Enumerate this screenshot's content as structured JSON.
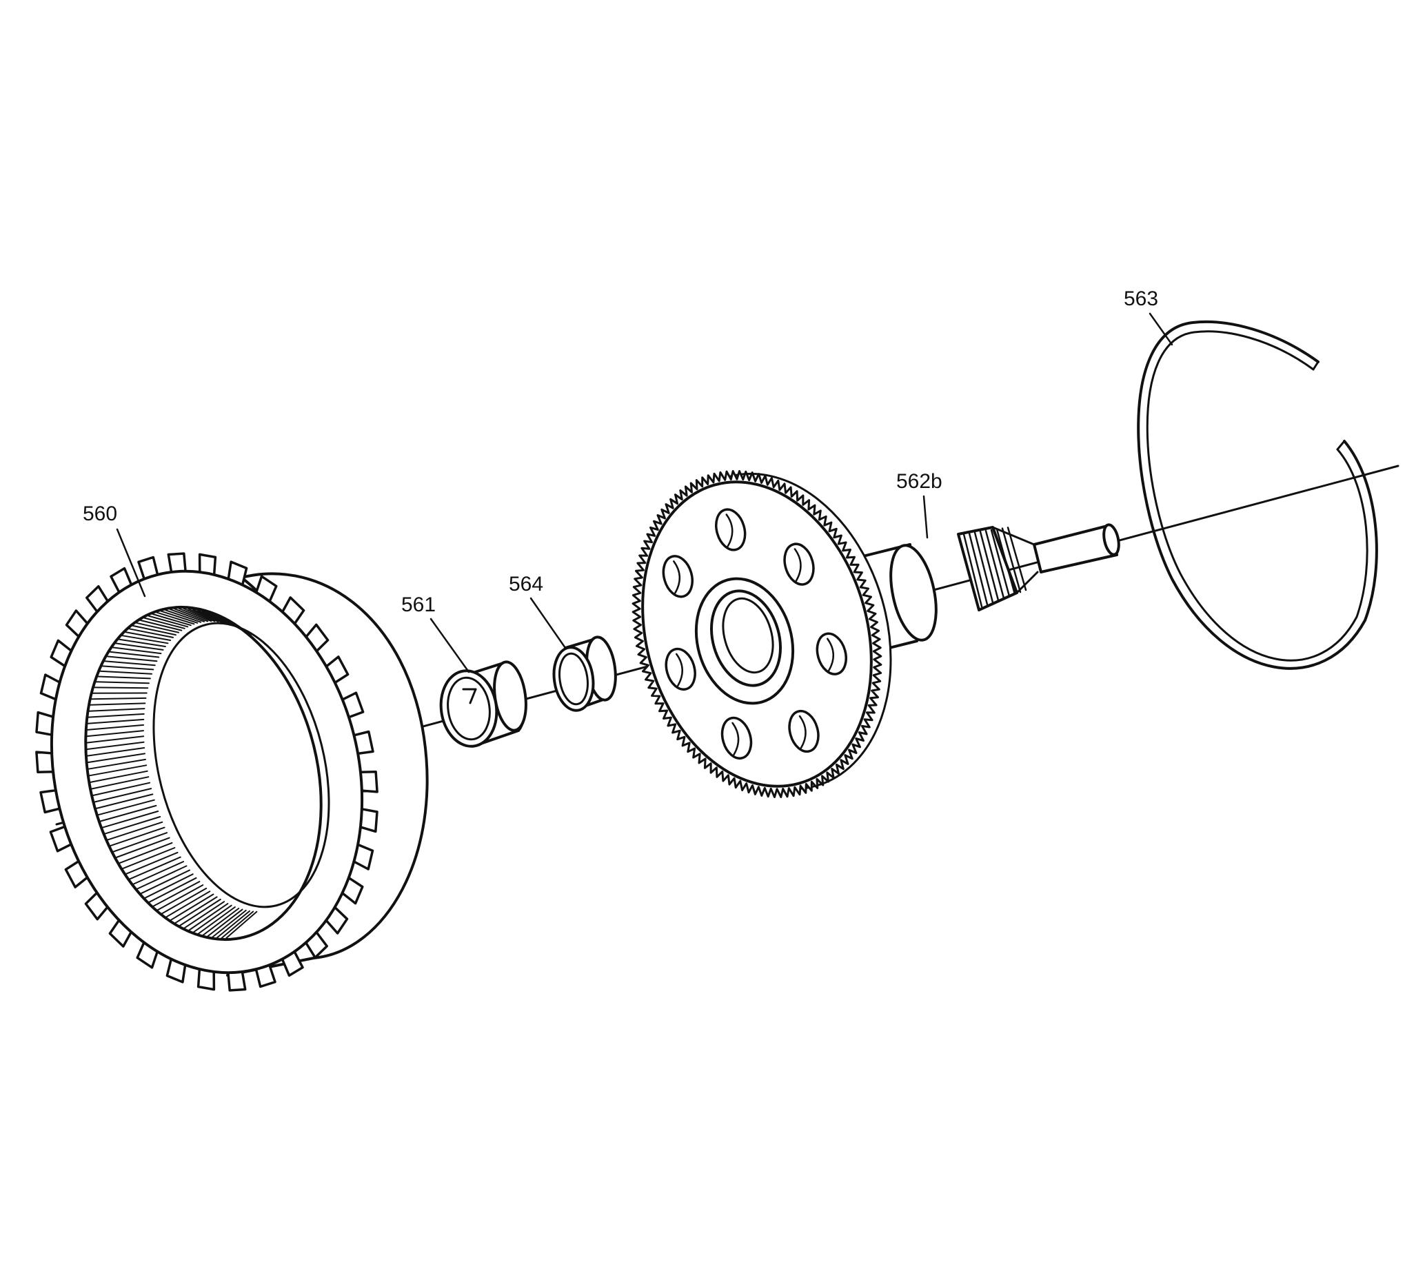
{
  "diagram": {
    "background_color": "#ffffff",
    "line_color": "#111111",
    "callouts": {
      "p560": "560",
      "p561": "561",
      "p564": "564",
      "p562b": "562b",
      "p563": "563"
    }
  }
}
